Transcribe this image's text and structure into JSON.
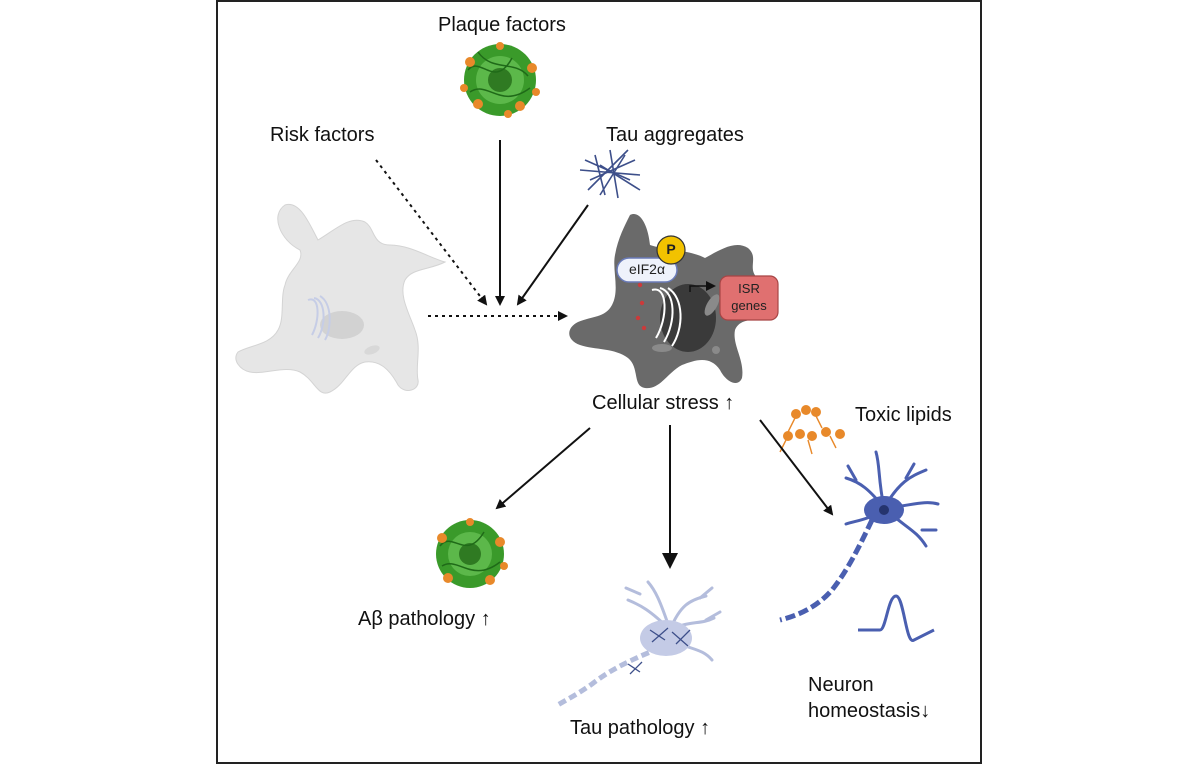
{
  "labels": {
    "plaque_factors": "Plaque factors",
    "risk_factors": "Risk factors",
    "tau_aggregates": "Tau aggregates",
    "cellular_stress": "Cellular stress ↑",
    "toxic_lipids": "Toxic lipids",
    "abeta_pathology": "Aβ pathology ↑",
    "tau_pathology": "Tau pathology ↑",
    "neuron_homeostasis_line1": "Neuron",
    "neuron_homeostasis_line2": "homeostasis↓"
  },
  "cell_labels": {
    "eif2a": "eIF2α",
    "phospho": "P",
    "isr_line1": "ISR",
    "isr_line2": "genes"
  },
  "colors": {
    "plaque_green": "#3a9a2a",
    "plaque_orange": "#e8892a",
    "tau_blue": "#3d4f8a",
    "neuron_blue": "#4a5fb0",
    "stressed_cell": "#6a6a6a",
    "resting_cell": "#e6e6e6",
    "isr_red": "#e07070",
    "phospho_yellow": "#f2c200"
  }
}
